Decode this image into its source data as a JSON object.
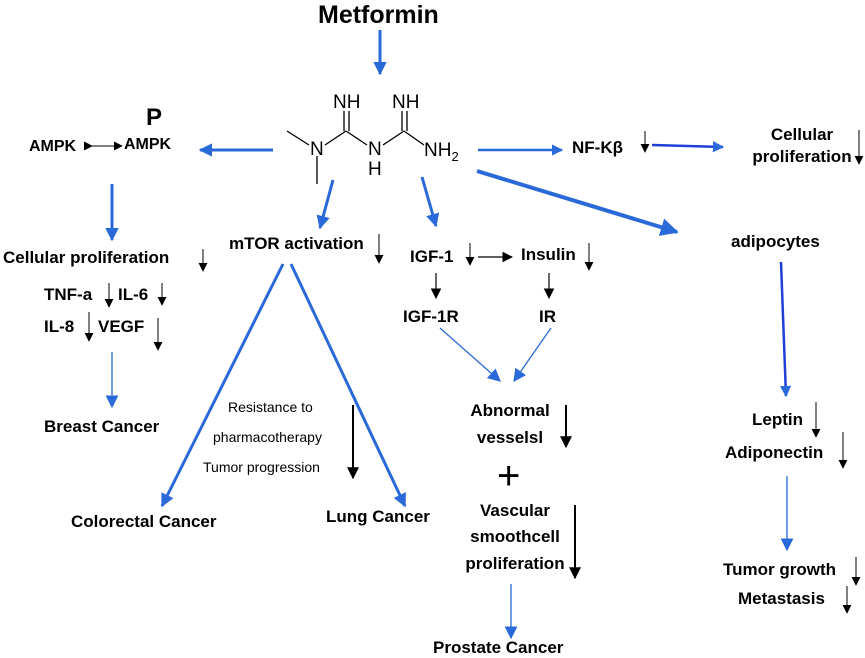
{
  "title": "Metformin",
  "molecule": {
    "nh_left": "NH",
    "nh_right": "NH",
    "n_left": "N",
    "n_mid": "N",
    "h_mid": "H",
    "nh2": "NH",
    "nh2_sub": "2"
  },
  "ampk": {
    "phospho_mark": "P",
    "left": "AMPK",
    "right": "AMPK"
  },
  "nfkb": "NF-Kβ",
  "cellular_prolif_right": {
    "line1": "Cellular",
    "line2": "proliferation"
  },
  "left_branch": {
    "cellular_prolif": "Cellular proliferation",
    "tnf": "TNF-a",
    "il6": "IL-6",
    "il8": "IL-8",
    "vegf": "VEGF",
    "cancer": "Breast Cancer"
  },
  "mtor_branch": {
    "mtor": "mTOR activation",
    "resistance1": "Resistance to",
    "resistance2": "pharmacotherapy",
    "progression": "Tumor progression",
    "colorectal": "Colorectal Cancer",
    "lung": "Lung Cancer"
  },
  "igf_branch": {
    "igf1": "IGF-1",
    "insulin": "Insulin",
    "igf1r": "IGF-1R",
    "ir": "IR",
    "abnormal1": "Abnormal",
    "abnormal2": "vesselsl",
    "plus": "+",
    "vascular1": "Vascular",
    "vascular2": "smoothcell",
    "vascular3": "proliferation",
    "cancer": "Prostate Cancer"
  },
  "adipo_branch": {
    "adipocytes": "adipocytes",
    "leptin": "Leptin",
    "adiponectin": "Adiponectin",
    "tumor_growth": "Tumor growth",
    "metastasis": "Metastasis"
  },
  "colors": {
    "arrow_blue": "#2a6ad8",
    "arrow_dark_blue": "#1f3fd6",
    "text": "#000000"
  }
}
